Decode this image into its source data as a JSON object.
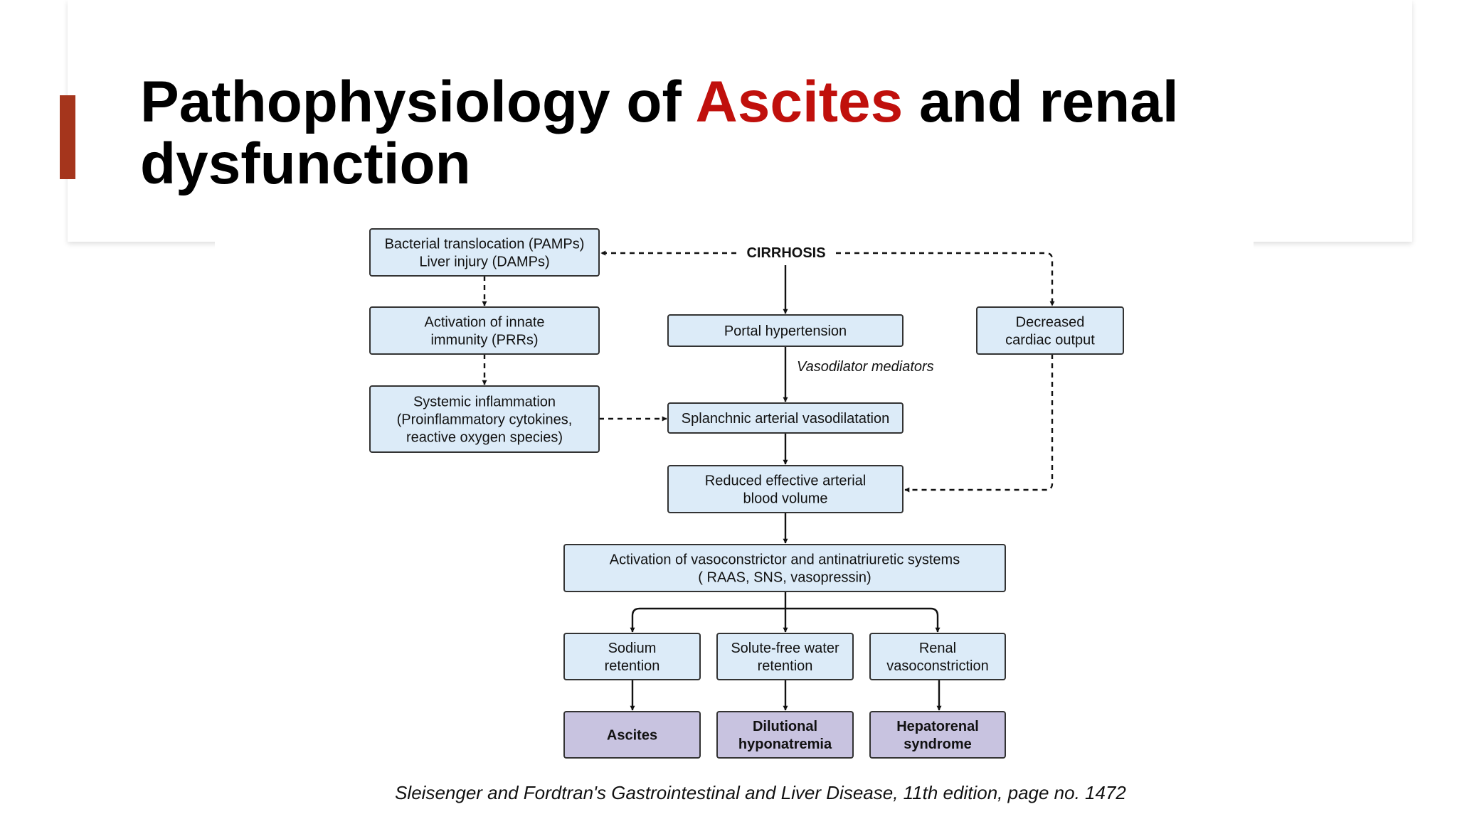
{
  "slide": {
    "title_before": "Pathophysiology of ",
    "title_highlight": "Ascites",
    "title_after": " and renal dysfunction",
    "citation": "Sleisenger and Fordtran's Gastrointestinal and Liver Disease, 11th edition, page no. 1472"
  },
  "colors": {
    "accent_bar": "#a5351c",
    "title_highlight": "#c0100c",
    "box_fill": "#dcebf8",
    "outcome_fill": "#c8c3e0",
    "box_stroke": "#333333"
  },
  "diagram": {
    "cirrhosis": "CIRRHOSIS",
    "nodes": {
      "bacterial": [
        "Bacterial translocation (PAMPs)",
        "Liver injury (DAMPs)"
      ],
      "innate": [
        "Activation of innate",
        "immunity (PRRs)"
      ],
      "systemic": [
        "Systemic inflammation",
        "(Proinflammatory cytokines,",
        "reactive oxygen species)"
      ],
      "portal": [
        "Portal hypertension"
      ],
      "cardiac": [
        "Decreased",
        "cardiac output"
      ],
      "splanchnic": [
        "Splanchnic arterial vasodilatation"
      ],
      "reduced": [
        "Reduced effective arterial",
        "blood volume"
      ],
      "activation": [
        "Activation of vasoconstrictor and antinatriuretic systems",
        "( RAAS, SNS, vasopressin)"
      ],
      "sodium": [
        "Sodium",
        "retention"
      ],
      "water": [
        "Solute-free water",
        "retention"
      ],
      "renal": [
        "Renal",
        "vasoconstriction"
      ],
      "ascites": [
        "Ascites"
      ],
      "hyponatremia": [
        "Dilutional",
        "hyponatremia"
      ],
      "hepatorenal": [
        "Hepatorenal",
        "syndrome"
      ]
    },
    "vasodilator_label": "Vasodilator mediators"
  }
}
